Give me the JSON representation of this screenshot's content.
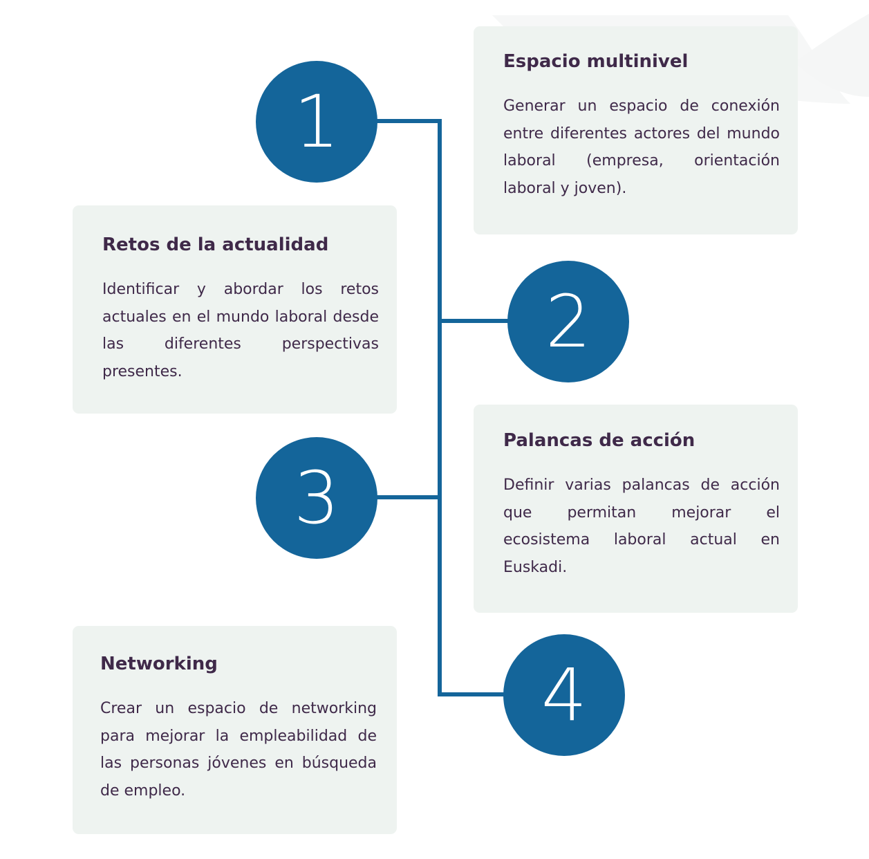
{
  "steps": [
    {
      "number": "1",
      "title": "Espacio multinivel",
      "description": "Generar un espacio de conexión entre diferentes actores del mundo laboral (empresa, orientación laboral y joven)."
    },
    {
      "number": "2",
      "title": "Retos de la actualidad",
      "description": "Identificar y abordar los retos actuales en el mundo laboral desde las diferentes perspectivas presentes."
    },
    {
      "number": "3",
      "title": "Palancas de acción",
      "description": "Definir varias palancas de acción que permitan mejorar el ecosistema laboral actual en Euskadi."
    },
    {
      "number": "4",
      "title": "Networking",
      "description": "Crear un espacio de networking para mejorar la empleabilidad de las personas jóvenes en búsqueda de empleo."
    }
  ],
  "colors": {
    "accent": "#14659a",
    "card_background": "#eef3f0",
    "text": "#3f2949"
  }
}
